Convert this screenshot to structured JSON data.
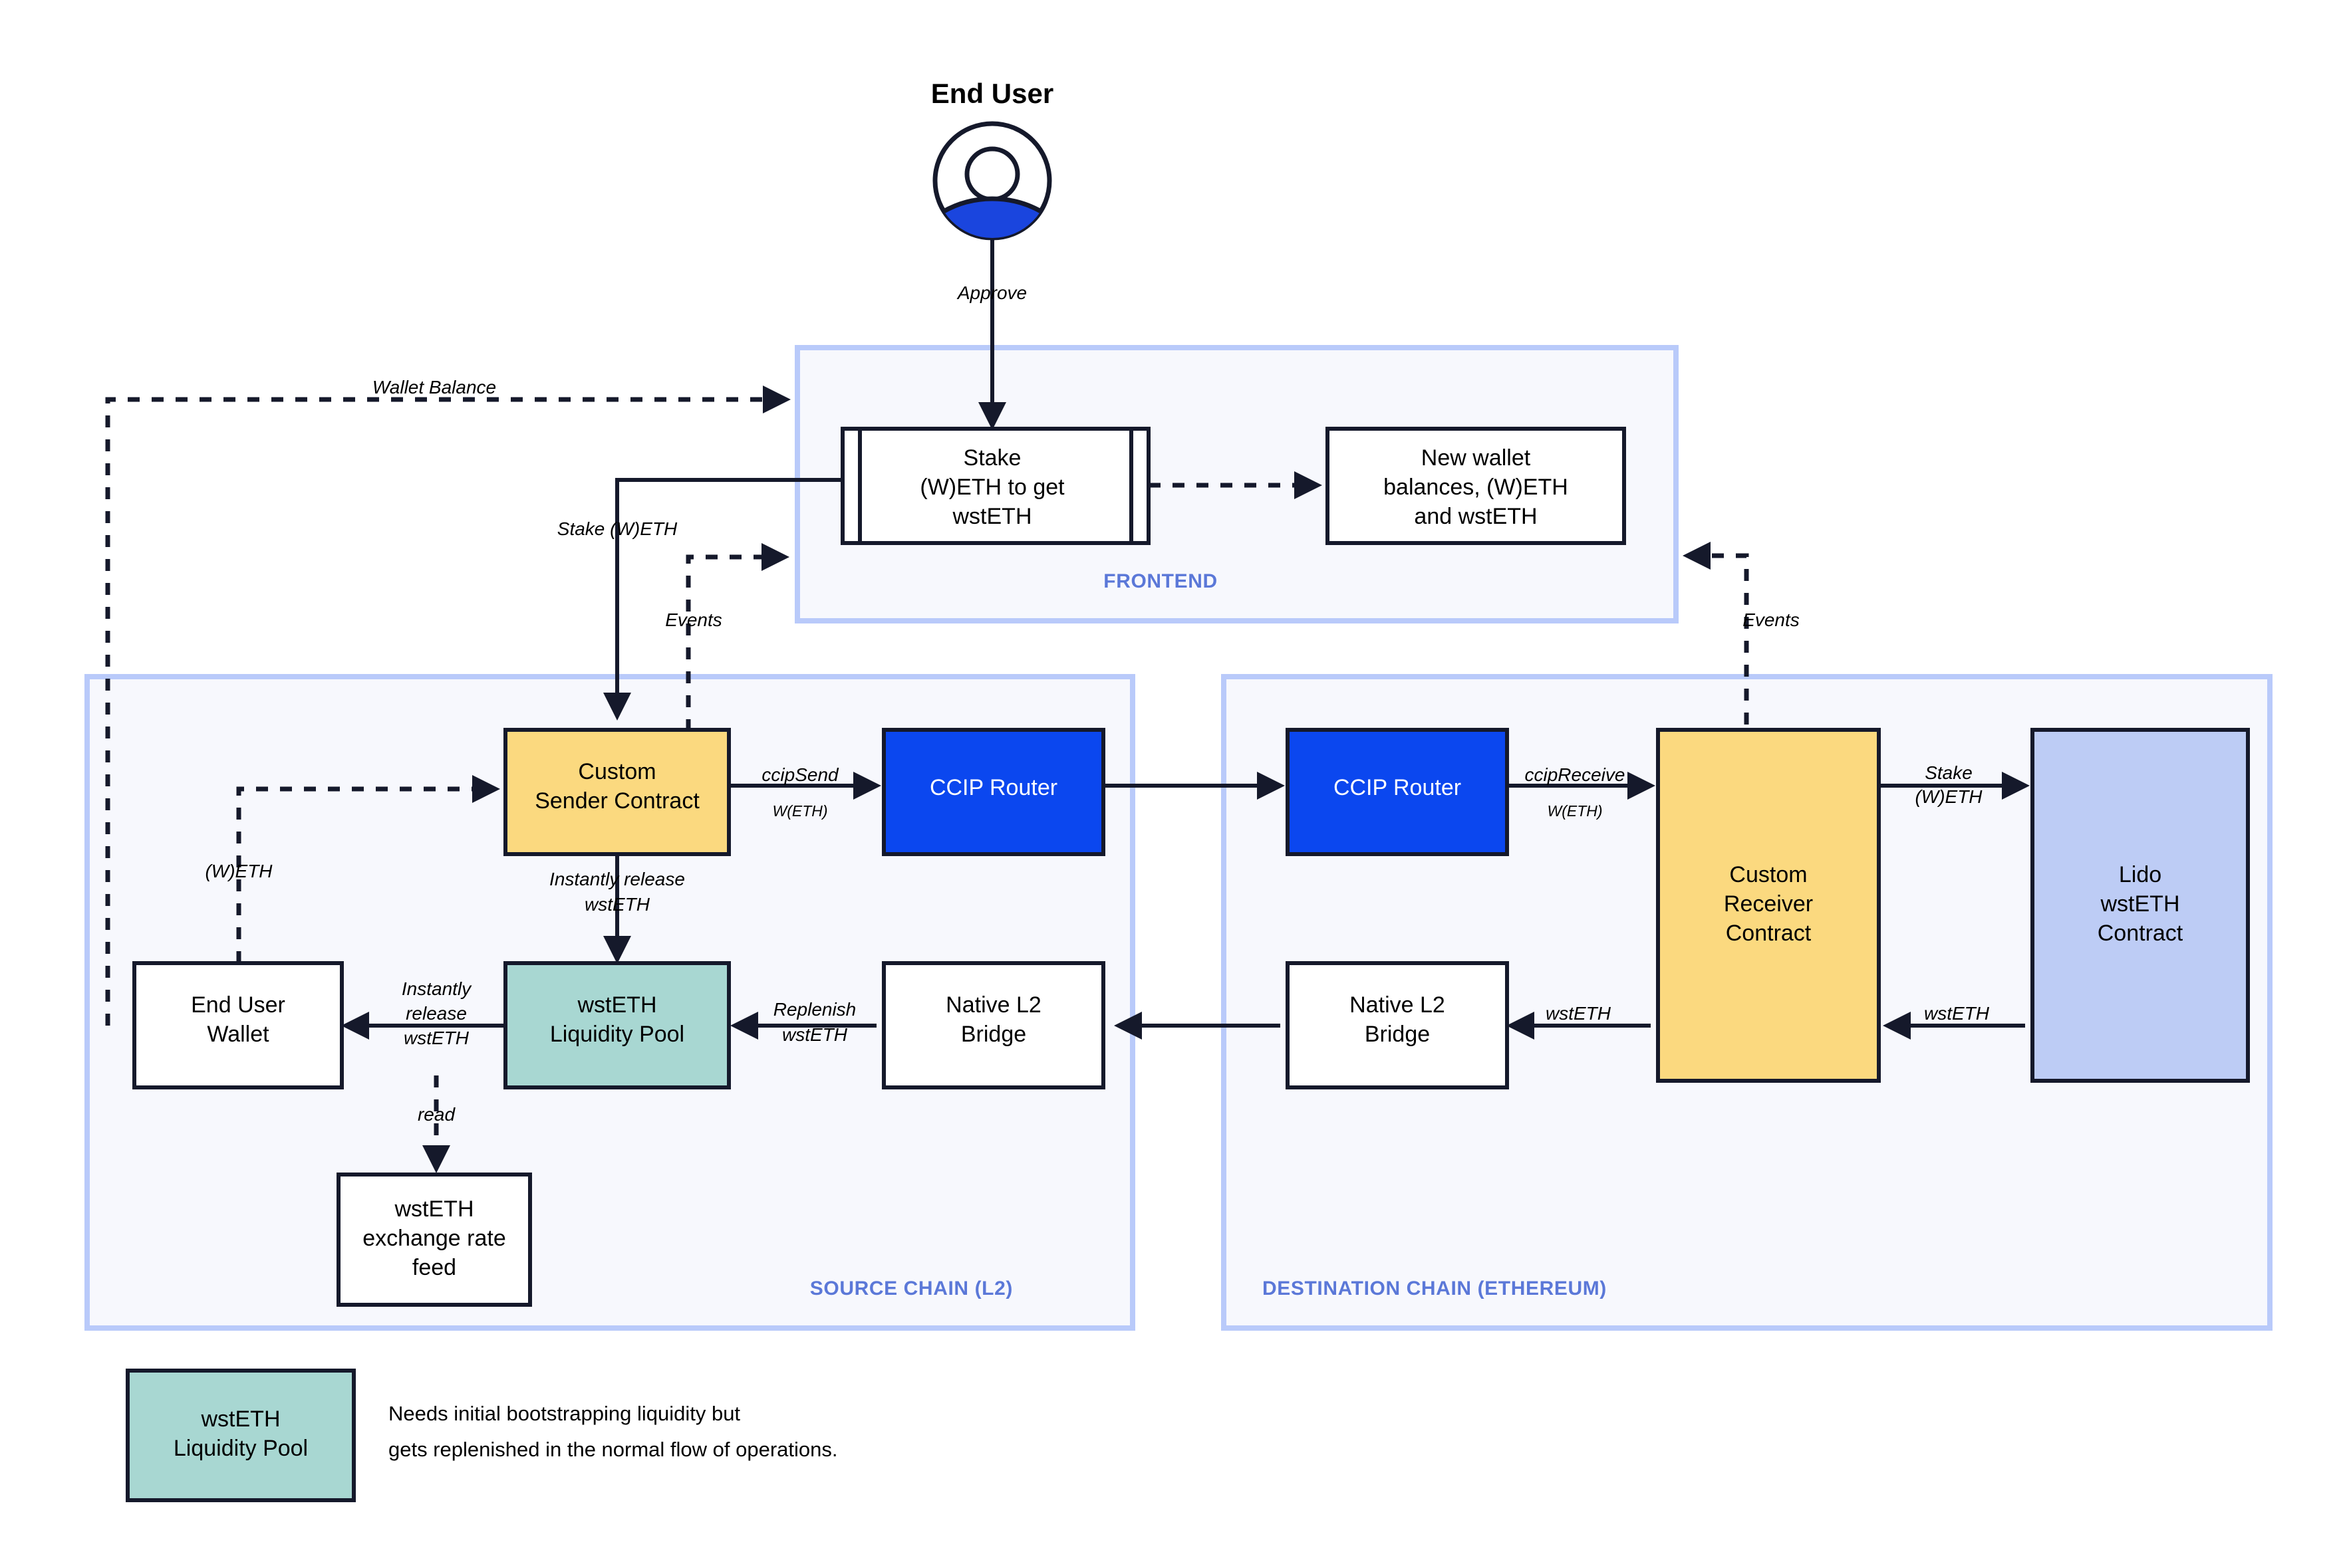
{
  "title": "End User",
  "colors": {
    "accent_blue": "#0B47EF",
    "panel_border": "#B9CAFA",
    "panel_fill": "#F7F8FD",
    "panel_label": "#5B78D8",
    "contract_yellow": "#FBD97F",
    "pool_teal": "#A8D7D2",
    "lido_periwinkle": "#BDCCF5",
    "stroke_dark": "#15192B",
    "user_body_blue": "#1A45DE"
  },
  "actor": {
    "label": "End User",
    "icon": "user-avatar-icon",
    "edge_to_frontend": "Approve"
  },
  "panels": {
    "frontend": {
      "label": "FRONTEND"
    },
    "source_chain": {
      "label": "SOURCE CHAIN (L2)"
    },
    "destination_chain": {
      "label": "DESTINATION CHAIN (ETHEREUM)"
    }
  },
  "nodes": {
    "stake_ui": {
      "label_lines": [
        "Stake",
        "(W)ETH to get",
        "wstETH"
      ],
      "shape": "subroutine",
      "fill": "#FFFFFF"
    },
    "new_balances_ui": {
      "label_lines": [
        "New wallet",
        "balances, (W)ETH",
        "and wstETH"
      ],
      "shape": "rect",
      "fill": "#FFFFFF"
    },
    "custom_sender": {
      "label_lines": [
        "Custom",
        "Sender Contract"
      ],
      "shape": "rect",
      "fill": "#FBD97F"
    },
    "ccip_router_source": {
      "label_lines": [
        "CCIP Router"
      ],
      "shape": "rect",
      "fill": "#0B47EF",
      "text_color": "#FFFFFF"
    },
    "ccip_router_dest": {
      "label_lines": [
        "CCIP Router"
      ],
      "shape": "rect",
      "fill": "#0B47EF",
      "text_color": "#FFFFFF"
    },
    "custom_receiver": {
      "label_lines": [
        "Custom",
        "Receiver",
        "Contract"
      ],
      "shape": "rect",
      "fill": "#FBD97F"
    },
    "lido_contract": {
      "label_lines": [
        "Lido",
        "wstETH",
        "Contract"
      ],
      "shape": "rect",
      "fill": "#BDCCF5"
    },
    "end_user_wallet": {
      "label_lines": [
        "End User",
        "Wallet"
      ],
      "shape": "rect",
      "fill": "#FFFFFF"
    },
    "wsteth_pool": {
      "label_lines": [
        "wstETH",
        "Liquidity Pool"
      ],
      "shape": "rect",
      "fill": "#A8D7D2"
    },
    "native_bridge_source": {
      "label_lines": [
        "Native L2",
        "Bridge"
      ],
      "shape": "rect",
      "fill": "#FFFFFF"
    },
    "native_bridge_dest": {
      "label_lines": [
        "Native L2",
        "Bridge"
      ],
      "shape": "rect",
      "fill": "#FFFFFF"
    },
    "rate_feed": {
      "label_lines": [
        "wstETH",
        "exchange rate",
        "feed"
      ],
      "shape": "rect",
      "fill": "#FFFFFF"
    }
  },
  "edges": {
    "approve": {
      "label": "Approve",
      "style": "solid"
    },
    "wallet_balance": {
      "label": "Wallet Balance",
      "style": "dashed"
    },
    "stake_weth": {
      "label": "Stake (W)ETH",
      "style": "solid"
    },
    "events_source": {
      "label": "Events",
      "style": "dashed"
    },
    "events_dest": {
      "label": "Events",
      "style": "dashed"
    },
    "ui_to_balances": {
      "label": "",
      "style": "dashed"
    },
    "weth_wallet_to_sender": {
      "label": "(W)ETH",
      "style": "dashed"
    },
    "ccip_send": {
      "label": "ccipSend",
      "sublabel": "W(ETH)",
      "style": "solid"
    },
    "router_to_router": {
      "label": "",
      "style": "solid"
    },
    "ccip_receive": {
      "label": "ccipReceive",
      "sublabel": "W(ETH)",
      "style": "solid"
    },
    "stake_weth_lido": {
      "label_lines": [
        "Stake",
        "(W)ETH"
      ],
      "style": "solid"
    },
    "wsteth_lido_to_receiver": {
      "label": "wstETH",
      "style": "solid"
    },
    "wsteth_receiver_to_bridge": {
      "label": "wstETH",
      "style": "solid"
    },
    "bridge_to_bridge": {
      "label": "",
      "style": "solid"
    },
    "replenish": {
      "label_lines": [
        "Replenish",
        "wstETH"
      ],
      "style": "solid"
    },
    "instant_release_pool": {
      "label_lines": [
        "Instantly release",
        "wstETH"
      ],
      "style": "solid"
    },
    "instant_release_wallet": {
      "label_lines": [
        "Instantly",
        "release",
        "wstETH"
      ],
      "style": "solid"
    },
    "read_feed": {
      "label": "read",
      "style": "dashed"
    }
  },
  "legend": {
    "swatch_label_lines": [
      "wstETH",
      "Liquidity Pool"
    ],
    "swatch_fill": "#A8D7D2",
    "note_lines": [
      "Needs initial bootstrapping liquidity but",
      "gets replenished in the normal flow of operations."
    ]
  }
}
